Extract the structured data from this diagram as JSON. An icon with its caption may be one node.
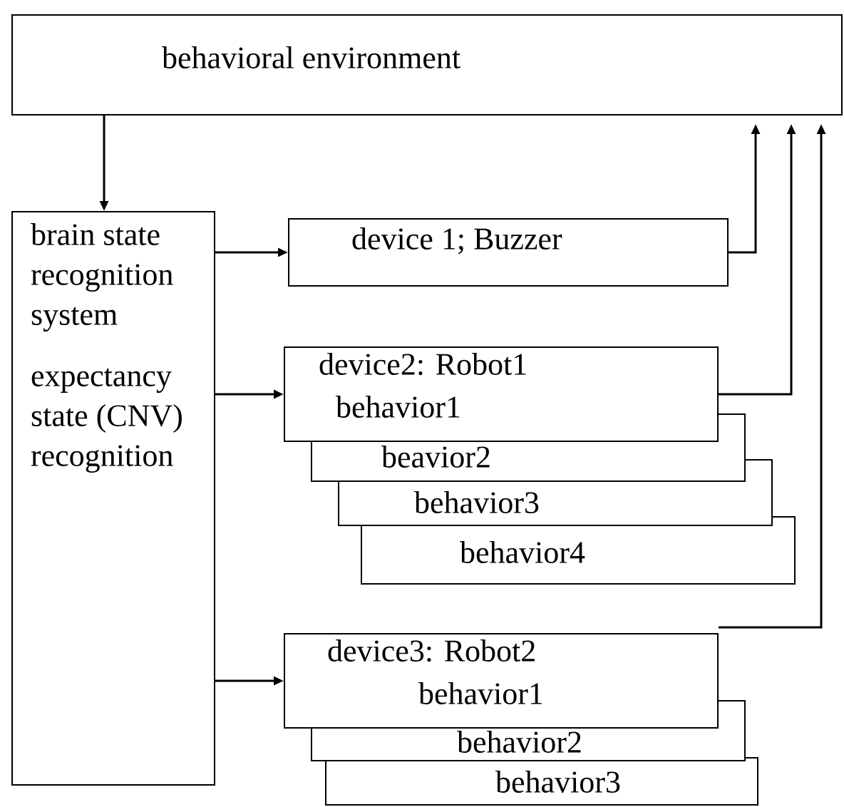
{
  "diagram": {
    "nodes": [
      {
        "text": [
          "behavioral environment"
        ]
      },
      {
        "text": [
          "brain state recognition system",
          "expectancy state (CNV) recognition"
        ]
      },
      {
        "text": [
          "device 1; Buzzer"
        ]
      },
      {
        "text": [
          "device2: Robot1",
          "behavior1"
        ]
      },
      {
        "text": [
          "beavior2"
        ]
      },
      {
        "text": [
          "behavior3"
        ]
      },
      {
        "text": [
          "behavior4"
        ]
      },
      {
        "text": [
          "device3: Robot2",
          "behavior1"
        ]
      },
      {
        "text": [
          "behavior2"
        ]
      },
      {
        "text": [
          "behavior3"
        ]
      }
    ],
    "edges": [
      {
        "from": 0,
        "to": 1,
        "arrow": "to"
      },
      {
        "from": 1,
        "to": 2,
        "arrow": "to"
      },
      {
        "from": 1,
        "to": 3,
        "arrow": "to"
      },
      {
        "from": 1,
        "to": 7,
        "arrow": "to"
      },
      {
        "from": 2,
        "to": 0,
        "arrow": "to"
      },
      {
        "from": 3,
        "to": 0,
        "arrow": "to"
      },
      {
        "from": 7,
        "to": 0,
        "arrow": "to"
      }
    ]
  }
}
